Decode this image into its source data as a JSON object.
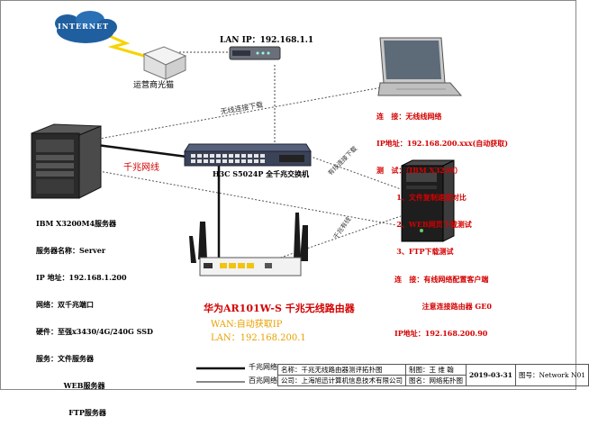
{
  "internet": {
    "label": "INTERNET"
  },
  "modem": {
    "label": "运营商光猫"
  },
  "lan_ip": {
    "text": "LAN IP：192.168.1.1"
  },
  "links": {
    "wireless_download": "无线连接下载",
    "gigabit_line": "千兆网线",
    "wired_download": "有线连接下载",
    "gigabit_wired": "千兆有线"
  },
  "switch": {
    "label": "H3C S5024P 全千兆交换机"
  },
  "server": {
    "lines": [
      "IBM X3200M4服务器",
      "服务器名称：Server",
      "IP 地址：192.168.1.200",
      "网络：双千兆端口",
      "硬件：至强x3430/4G/240G SSD",
      "服务：文件服务器",
      "           WEB服务器",
      "             FTP服务器"
    ]
  },
  "laptop": {
    "lines": [
      "连   接：无线线网络",
      "IP地址：192.168.200.xxx(自动获取)",
      "测   试：（IBM X3200）",
      "        1、文件复制速度对比",
      "        2、WEB网页下载测试",
      "        3、FTP下载测试"
    ]
  },
  "client": {
    "lines": [
      "连   接：有线网络配置客户端",
      "           注意连接路由器 GE0",
      "IP地址：192.168.200.90"
    ]
  },
  "router": {
    "title": "华为AR101W-S 千兆无线路由器",
    "wan": "WAN:自动获取IP",
    "lan": "LAN：192.168.200.1"
  },
  "legend": {
    "gigabit": "千兆网络",
    "fast": "百兆网络"
  },
  "title_block": {
    "name_label": "名称：",
    "name_value": "千兆无线路由器测评拓扑图",
    "drawer_label": "制图：",
    "drawer_value": "王 维 翰",
    "company_label": "公司：",
    "company_value": "上海旭迅计算机信息技术有限公司",
    "diagram_label": "图名：",
    "diagram_value": "网络拓扑图",
    "date": "2019-03-31",
    "fig_label": "图号：",
    "fig_value": "Network N01"
  },
  "colors": {
    "red": "#d40000",
    "orange": "#e8a000",
    "cloud": "#1f5f9f"
  }
}
